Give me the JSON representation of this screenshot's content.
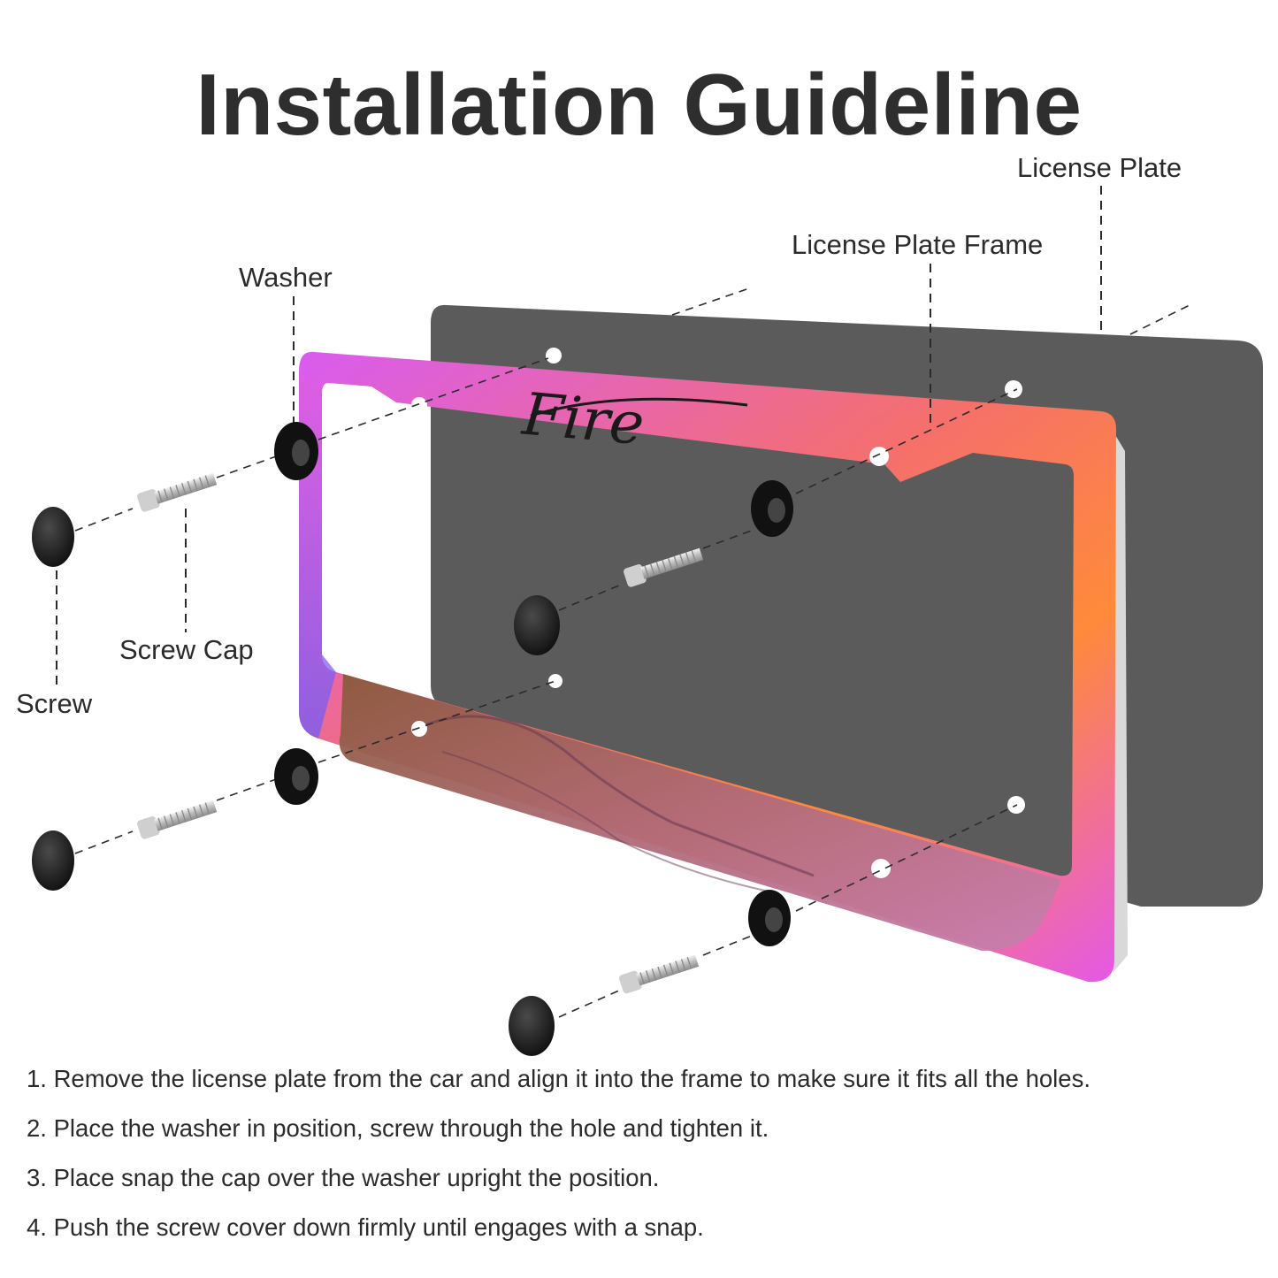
{
  "title": "Installation Guideline",
  "labels": {
    "license_plate": "License Plate",
    "license_plate_frame": "License Plate Frame",
    "washer": "Washer",
    "screw_cap": "Screw Cap",
    "screw": "Screw"
  },
  "frame_logo_text": "Fire",
  "steps": [
    "1. Remove the license plate from the car and align it into the frame to make sure it fits all the holes.",
    "2. Place the washer in position, screw through the hole and tighten it.",
    "3. Place snap the cap over the washer upright the position.",
    "4. Push the screw cover down firmly until engages with a snap."
  ],
  "colors": {
    "plate": "#5b5b5b",
    "frame_gradient": [
      "#e255e8",
      "#ff7a3c",
      "#7a5cf6"
    ],
    "hardware_black": "#1a1a1a",
    "screw_silver": "#c8c8c8",
    "text": "#2b2b2b"
  }
}
